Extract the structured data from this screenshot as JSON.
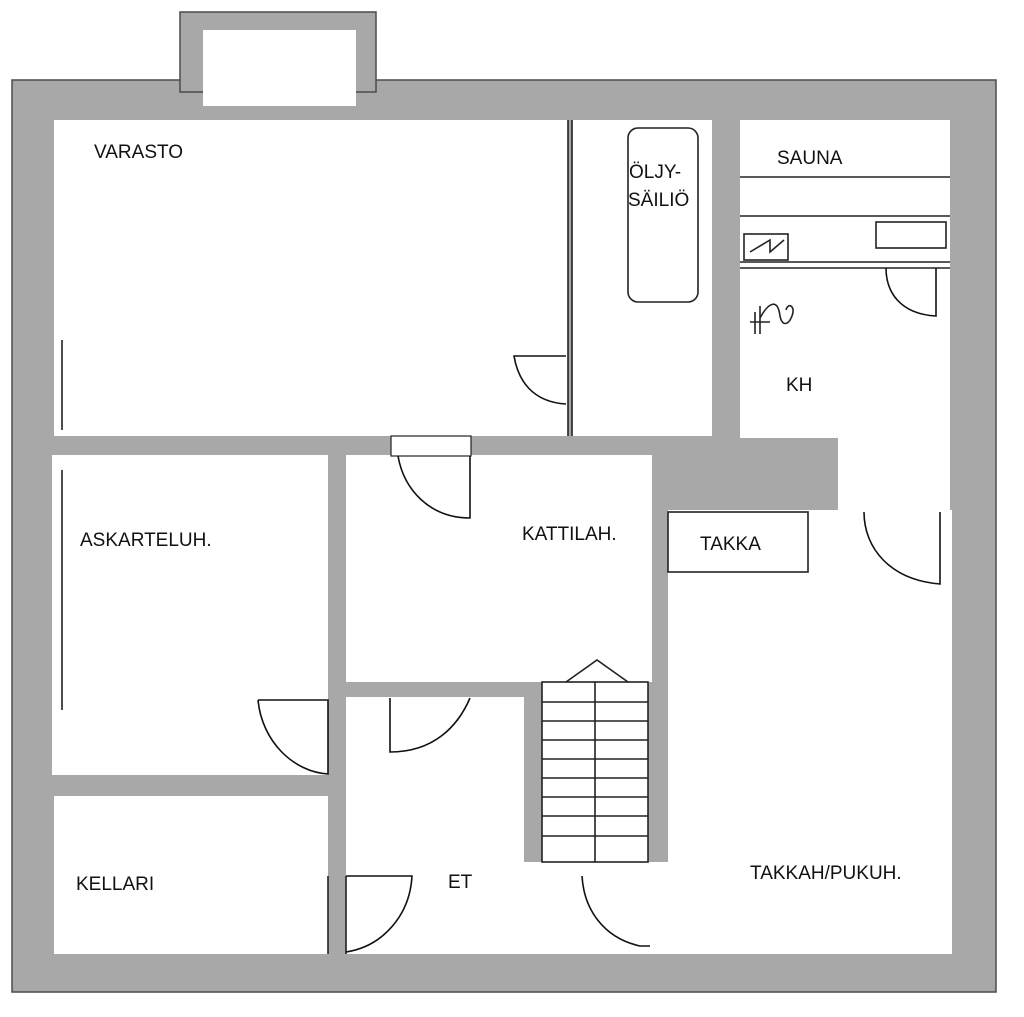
{
  "rooms": {
    "varasto": "VARASTO",
    "oljy_1": "ÖLJY-",
    "oljy_2": "SÄILIÖ",
    "sauna": "SAUNA",
    "kh": "KH",
    "askarteluh": "ASKARTELUH.",
    "kattilah": "KATTILAH.",
    "takka": "TAKKA",
    "kellari": "KELLARI",
    "et": "ET",
    "takkah": "TAKKAH/PUKUH."
  },
  "colors": {
    "wall": "#a8a8a8",
    "line": "#222222",
    "background": "#ffffff"
  }
}
